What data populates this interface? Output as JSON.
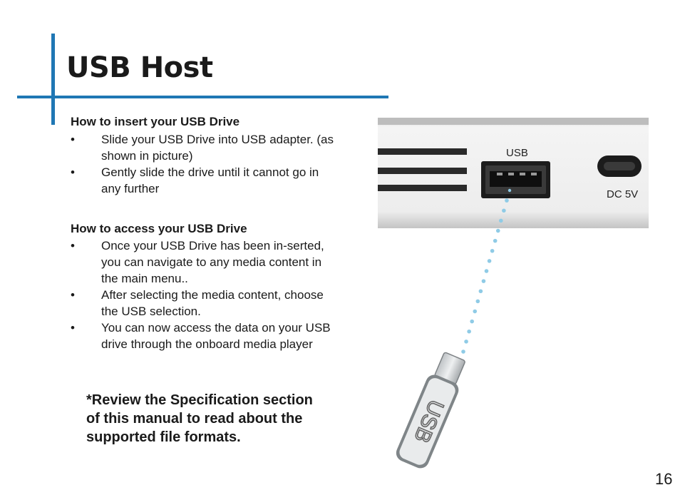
{
  "title": "USB Host",
  "insert": {
    "heading": "How to insert your USB Drive",
    "items": [
      "Slide your USB Drive into USB adapter. (as shown in picture)",
      "Gently slide the drive until it cannot go in any further"
    ]
  },
  "access": {
    "heading": "How to access your USB Drive",
    "items": [
      "Once your USB Drive has been in-serted, you can navigate to any media content in the main menu..",
      "After selecting the media content, choose the USB selection.",
      "You can now access the data on your USB drive through the onboard media player"
    ]
  },
  "note": "*Review the Specification section of this manual to read about the supported file formats.",
  "page_number": "16",
  "illustration": {
    "port_label": "USB",
    "power_label": "DC 5V",
    "drive_label": "USB",
    "dot_color": "#8fcbe6",
    "accent_color": "#1f77b4"
  }
}
